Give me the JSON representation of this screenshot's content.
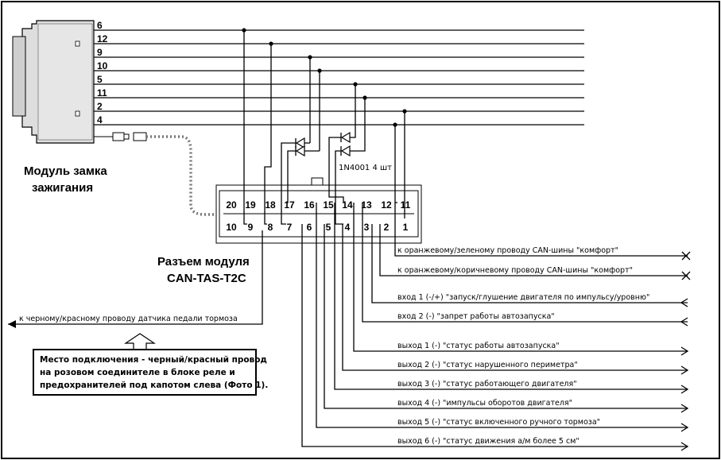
{
  "ignition_module": {
    "caption_line1": "Модуль замка",
    "caption_line2": "зажигания",
    "wire_numbers": [
      "6",
      "12",
      "9",
      "10",
      "5",
      "11",
      "2",
      "4"
    ]
  },
  "connector": {
    "caption_line1": "Разъем модуля",
    "caption_line2": "CAN-TAS-T2C",
    "top_pins": [
      "20",
      "19",
      "18",
      "17",
      "16",
      "15",
      "14",
      "13",
      "12",
      "11"
    ],
    "bottom_pins": [
      "10",
      "9",
      "8",
      "7",
      "6",
      "5",
      "4",
      "3",
      "2",
      "1"
    ]
  },
  "diodes": {
    "label": "1N4001 4 шт"
  },
  "brake_wire": {
    "label": "к черному/красному проводу датчика педали тормоза"
  },
  "note": {
    "line1": "Место подключения - черный/красный провод",
    "line2": "на розовом соединителе в блоке реле и",
    "line3": "предохранителей под капотом слева (Фото 1)."
  },
  "outputs": [
    {
      "pin": "12",
      "label": "к оранжевому/зеленому проводу CAN-шины \"комфорт\"",
      "end": "cross"
    },
    {
      "pin": "2",
      "label": "к оранжевому/коричневому проводу CAN-шины \"комфорт\"",
      "end": "cross"
    },
    {
      "pin": "3",
      "label": "вход 1 (-/+) \"запуск/глушение двигателя по импульсу/уровню\"",
      "end": "arrow-left"
    },
    {
      "pin": "13",
      "label": "вход 2 (-) \"запрет работы автозапуска\"",
      "end": "arrow-left"
    },
    {
      "pin": "14",
      "label": "выход 1 (-) \"статус работы автозапуска\"",
      "end": "arrow-right"
    },
    {
      "pin": "4",
      "label": "выход 2 (-) \"статус нарушенного периметра\"",
      "end": "arrow-right"
    },
    {
      "pin": "15",
      "label": "выход 3 (-) \"статус работающего двигателя\"",
      "end": "arrow-right"
    },
    {
      "pin": "5",
      "label": "выход 4 (-) \"импульсы оборотов двигателя\"",
      "end": "arrow-right"
    },
    {
      "pin": "16",
      "label": "выход 5 (-) \"статус включенного ручного тормоза\"",
      "end": "arrow-right"
    },
    {
      "pin": "6",
      "label": "выход 6 (-) \"статус движения а/м более 5 см\"",
      "end": "arrow-right"
    }
  ]
}
